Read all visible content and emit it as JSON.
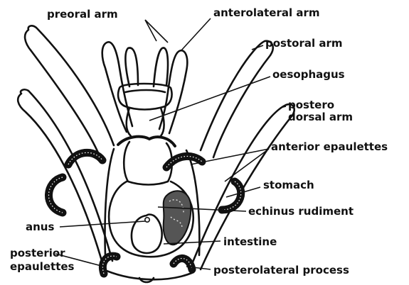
{
  "diagram": {
    "labels": {
      "preoral_arm": "preoral arm",
      "anterolateral_arm": "anterolateral arm",
      "postoral_arm": "postoral arm",
      "oesophagus": "oesophagus",
      "postero_dorsal_arm_line1": "postero",
      "postero_dorsal_arm_line2": "dorsal arm",
      "anterior_epaulettes": "anterior epaulettes",
      "stomach": "stomach",
      "echinus_rudiment": "echinus rudiment",
      "anus": "anus",
      "intestine": "intestine",
      "posterior_epaulettes_line1": "posterior",
      "posterior_epaulettes_line2": "epaulettes",
      "posterolateral_process": "posterolateral process"
    }
  }
}
